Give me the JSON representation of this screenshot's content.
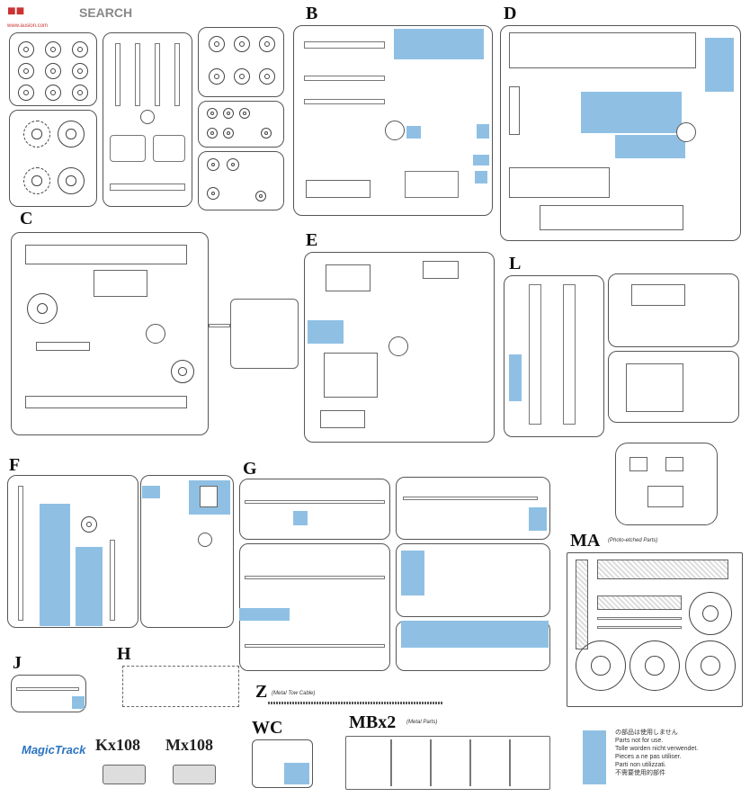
{
  "header": {
    "site_brand": "SEARCH",
    "site_url": "www.ausion.com"
  },
  "sprue_labels": {
    "B": "B",
    "C": "C",
    "D": "D",
    "E": "E",
    "L": "L",
    "F": "F",
    "G": "G",
    "H": "H",
    "J": "J",
    "Z": "Z",
    "MA": "MA",
    "WC": "WC",
    "MBx2": "MBx2"
  },
  "sprue_subtitles": {
    "MA": "(Photo-etched Parts)",
    "Z": "(Metal Tow Cable)",
    "MBx2": "(Metal Parts)"
  },
  "tracks": {
    "brand": "MagicTrack",
    "kx": "Kx108",
    "mx": "Mx108"
  },
  "legend": {
    "lines": [
      "の部品は使用しません",
      "Parts not for use.",
      "Tolle worden nicht verwendet.",
      "Pieces a ne pas utiliser.",
      "Parti non utilizzati.",
      "不需要使用的部件"
    ]
  },
  "colors": {
    "highlight": "#8fc0e4",
    "outline": "#555555",
    "label": "#111111"
  }
}
